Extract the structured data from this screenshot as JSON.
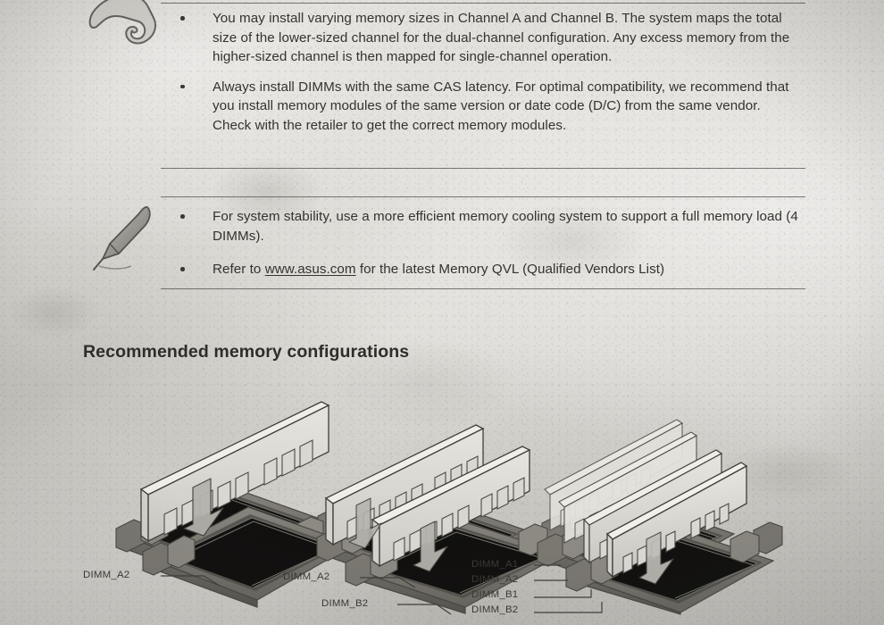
{
  "page": {
    "background_color": "#d8d6d1",
    "ink_color": "#33332f"
  },
  "notes": [
    {
      "icon": "pointing-hand-icon",
      "bullets": [
        "You may install varying memory sizes in Channel A and Channel B. The system maps the total size of the lower-sized channel for the dual-channel configuration. Any excess memory from the higher-sized channel is then mapped for single-channel operation.",
        "Always install DIMMs with the same CAS latency. For optimal compatibility, we recommend that you install memory modules of the same version or date code (D/C) from the same vendor. Check with the retailer to get the correct memory modules."
      ]
    },
    {
      "icon": "quill-pen-icon",
      "bullets": [
        "For system stability, use a more efficient memory cooling system to support a full memory load (4 DIMMs).",
        "Refer to www.asus.com for the latest Memory QVL (Qualified Vendors List)"
      ],
      "bullet2_prefix": "Refer to ",
      "bullet2_link": "www.asus.com",
      "bullet2_suffix": " for the latest Memory QVL (Qualified Vendors List)"
    }
  ],
  "section": {
    "heading": "Recommended memory configurations"
  },
  "diagrams": [
    {
      "name": "one-dimm-configuration",
      "module_count": 1,
      "labels": [
        "DIMM_A2"
      ]
    },
    {
      "name": "two-dimm-configuration",
      "module_count": 2,
      "labels": [
        "DIMM_A2",
        "DIMM_B2"
      ]
    },
    {
      "name": "four-dimm-configuration",
      "module_count": 4,
      "labels": [
        "DIMM_A1",
        "DIMM_A2",
        "DIMM_B1",
        "DIMM_B2"
      ]
    }
  ]
}
